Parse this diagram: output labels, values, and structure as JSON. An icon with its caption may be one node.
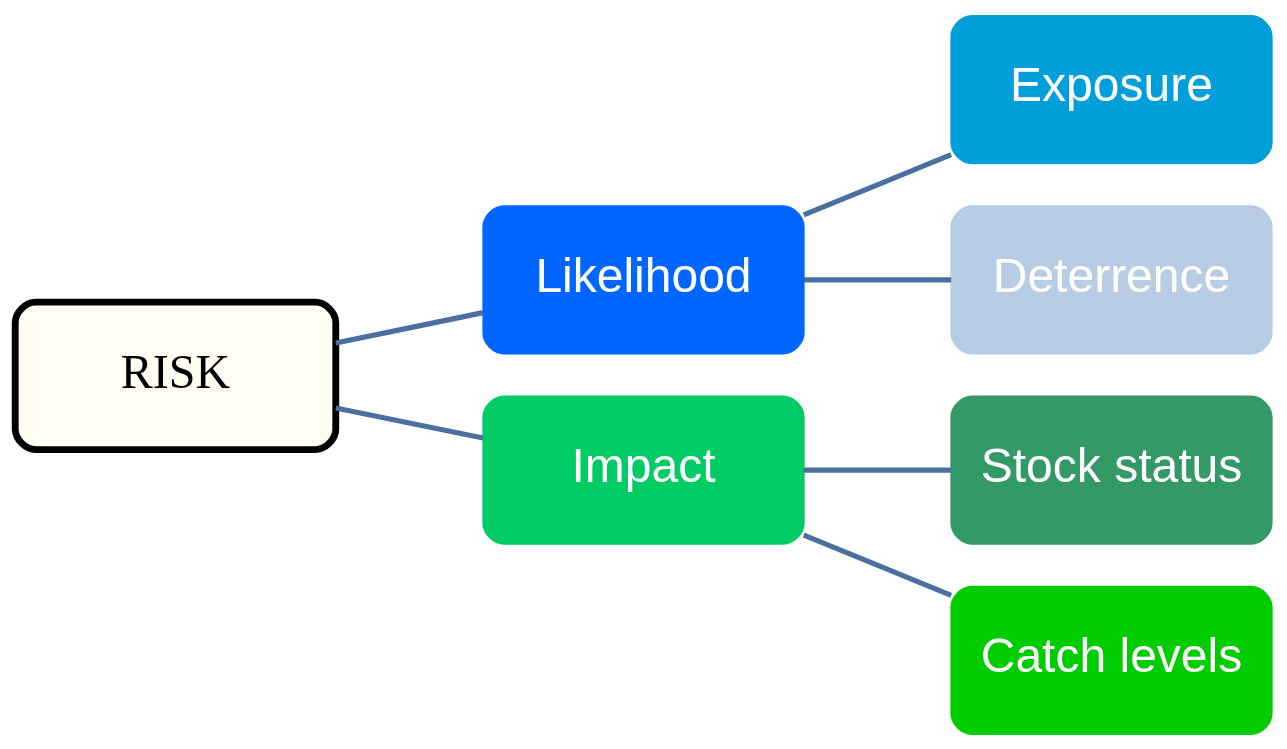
{
  "diagram": {
    "nodes": [
      {
        "text": [
          "RISK"
        ]
      },
      {
        "text": [
          "Likelihood"
        ]
      },
      {
        "text": [
          "Impact"
        ]
      },
      {
        "text": [
          "Exposure"
        ]
      },
      {
        "text": [
          "Deterrence"
        ]
      },
      {
        "text": [
          "Stock status"
        ]
      },
      {
        "text": [
          "Catch levels"
        ]
      }
    ],
    "edges": [
      {
        "from": 0,
        "to": 1,
        "arrow": "none"
      },
      {
        "from": 0,
        "to": 2,
        "arrow": "none"
      },
      {
        "from": 1,
        "to": 3,
        "arrow": "none"
      },
      {
        "from": 1,
        "to": 4,
        "arrow": "none"
      },
      {
        "from": 2,
        "to": 5,
        "arrow": "none"
      },
      {
        "from": 2,
        "to": 6,
        "arrow": "none"
      }
    ]
  }
}
